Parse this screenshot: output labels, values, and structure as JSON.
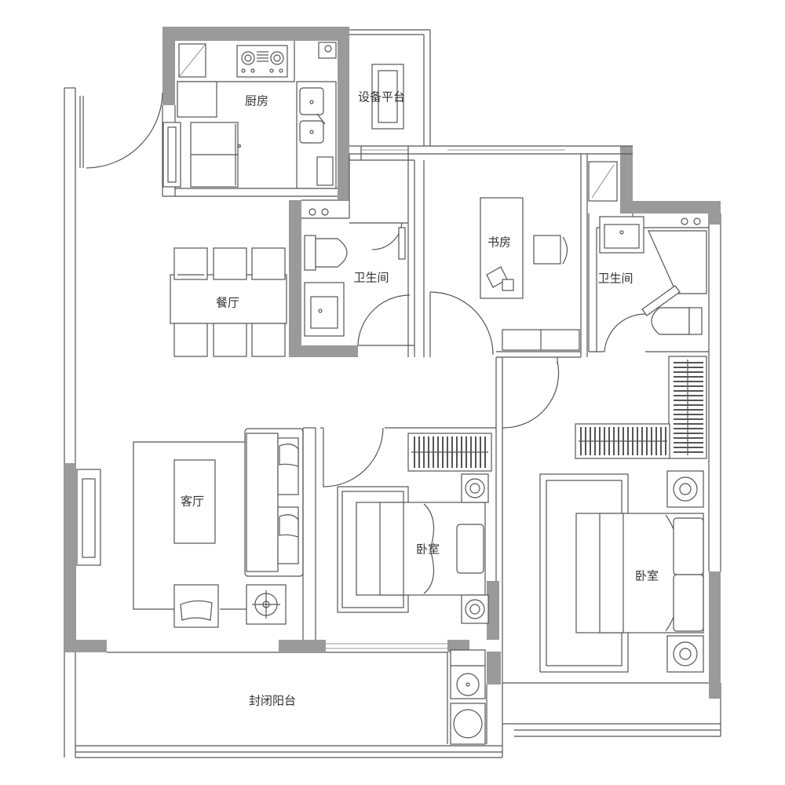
{
  "rooms": {
    "kitchen": "厨房",
    "equipment_platform": "设备平台",
    "study": "书房",
    "bathroom_1": "卫生间",
    "bathroom_2": "卫生间",
    "dining": "餐厅",
    "living": "客厅",
    "bedroom_1": "卧室",
    "bedroom_2": "卧室",
    "balcony": "封闭阳台"
  },
  "colors": {
    "wall": "#9a9a9b",
    "line": "#555555",
    "background": "#ffffff"
  }
}
